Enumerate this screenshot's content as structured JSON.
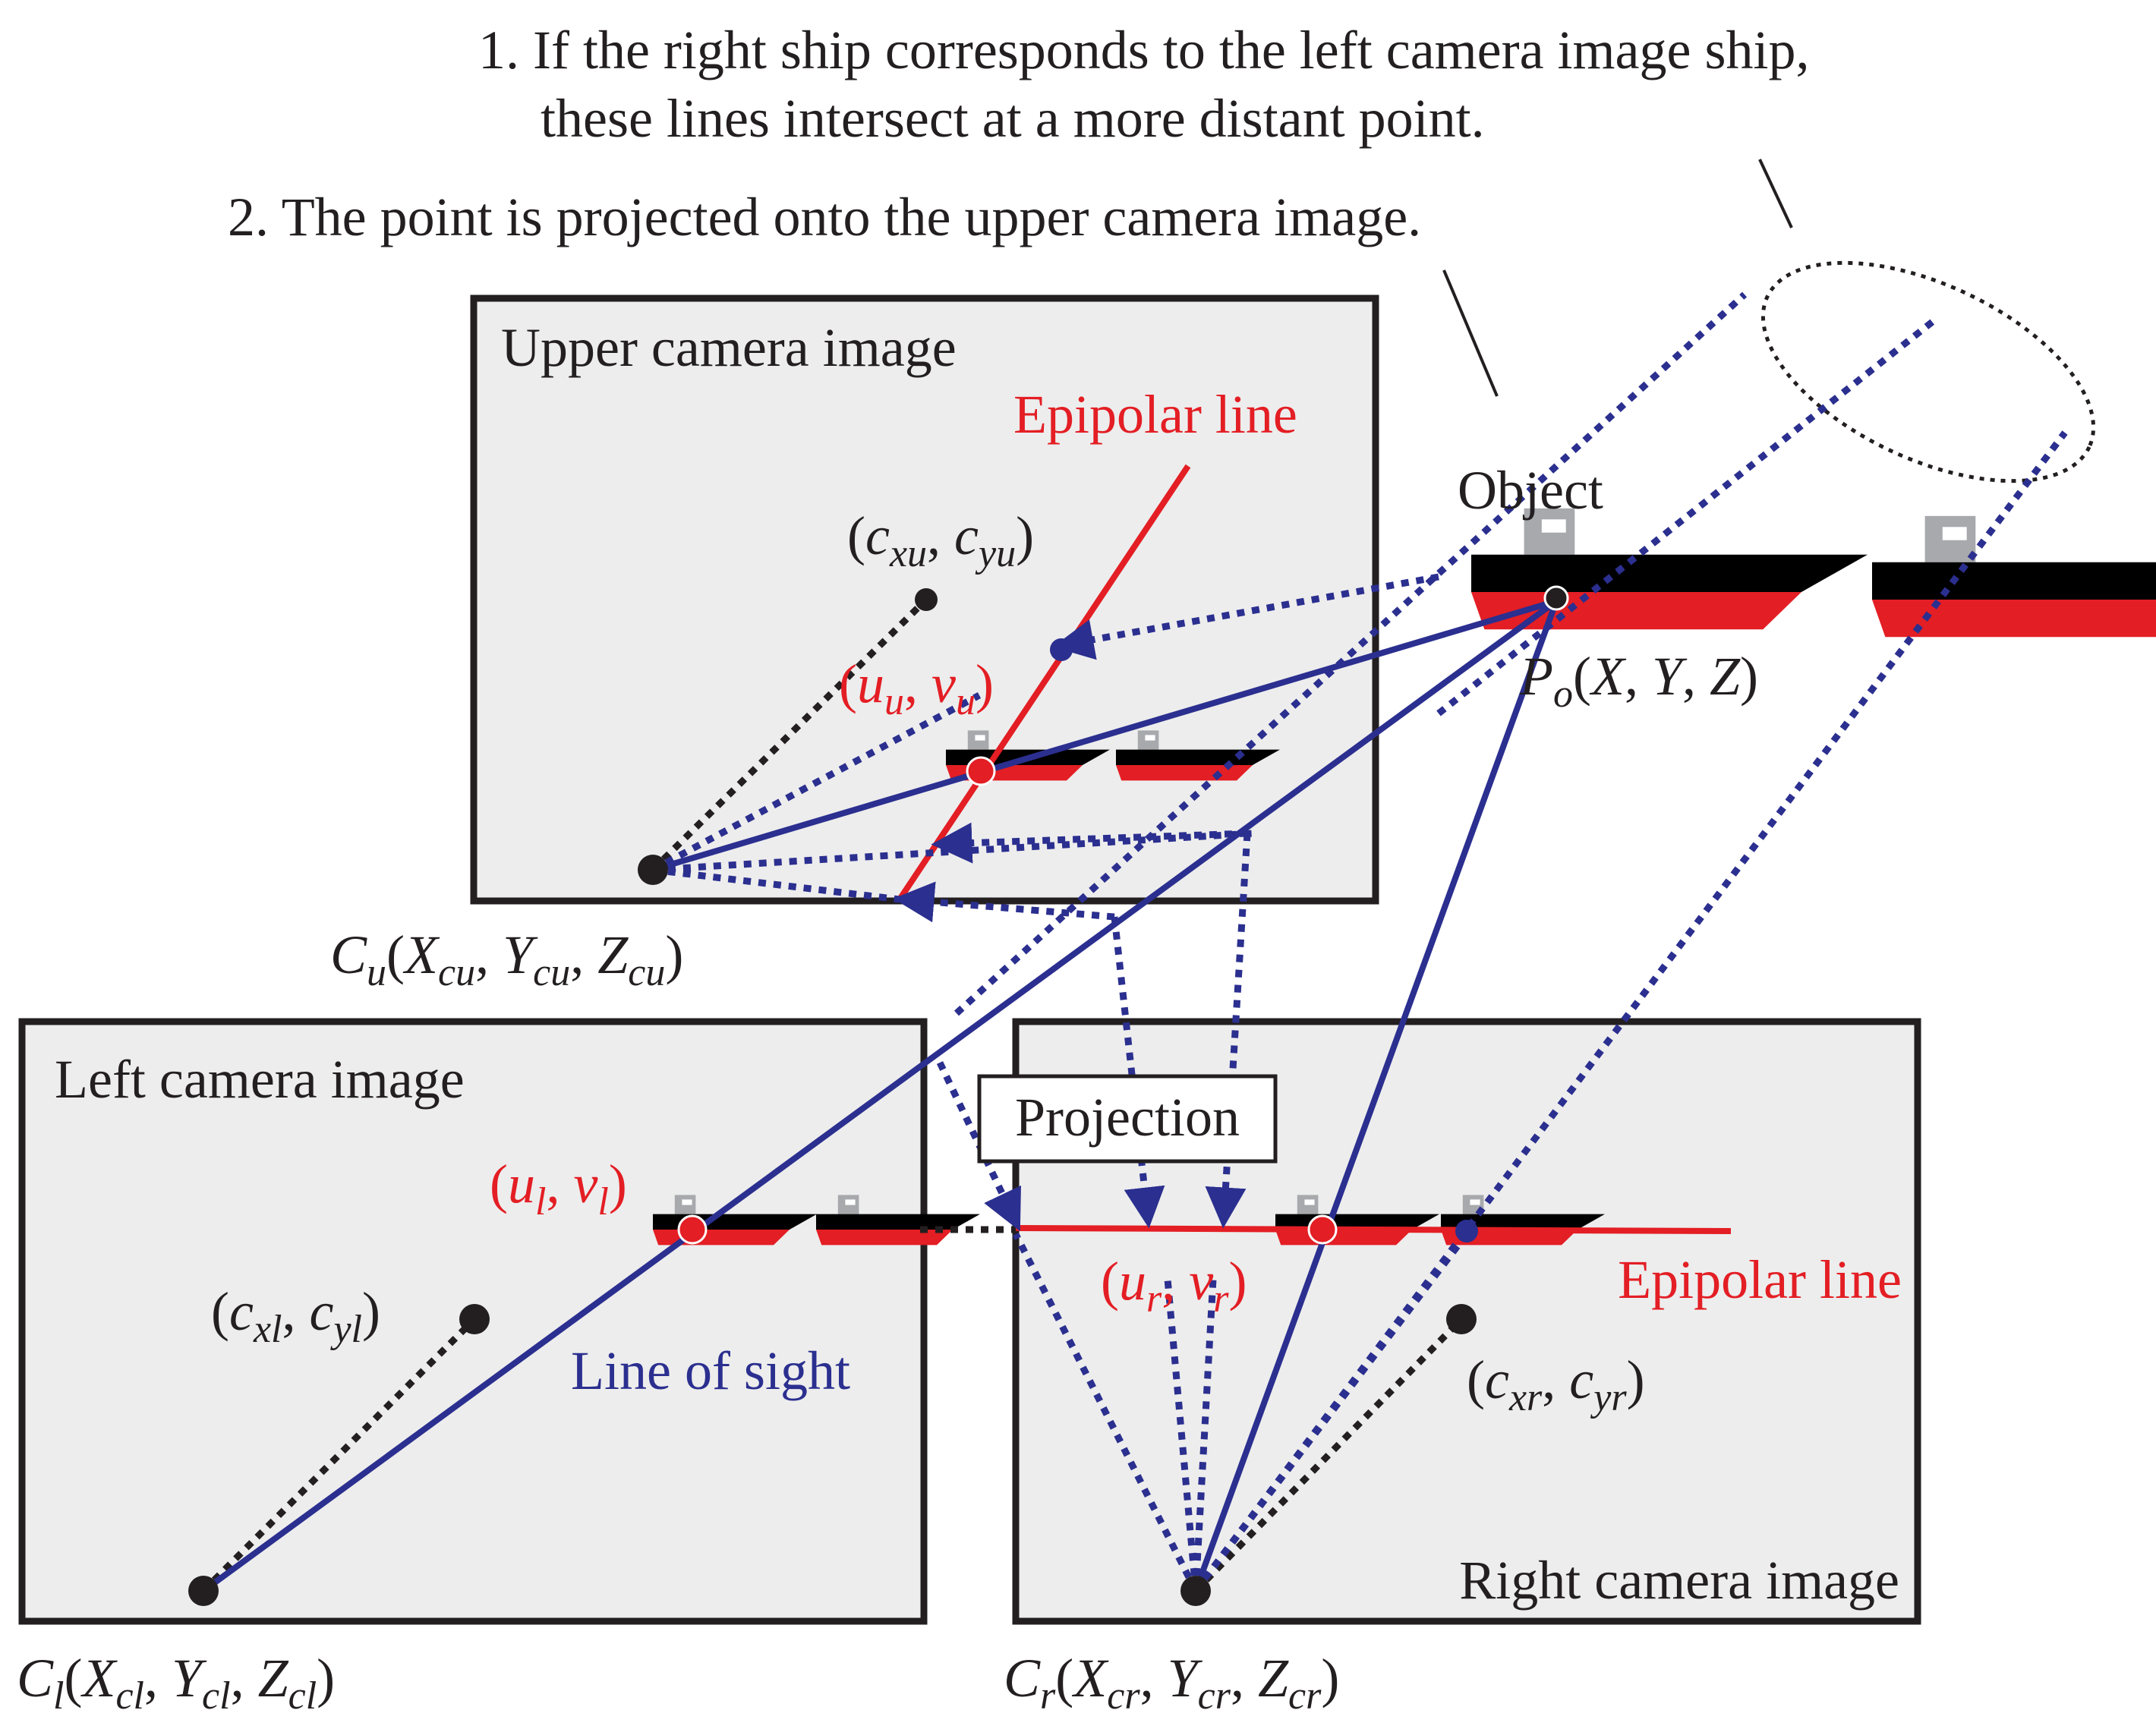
{
  "notes": {
    "note1_line1": "1. If the right ship corresponds to the left camera image ship,",
    "note1_line2": "these lines intersect at a more distant point.",
    "note2": "2. The point is projected onto the upper camera image."
  },
  "panels": {
    "upper_title": "Upper camera image",
    "left_title": "Left camera image",
    "right_title": "Right camera image"
  },
  "labels": {
    "epipolar_upper": "Epipolar line",
    "epipolar_right": "Epipolar line",
    "object": "Object",
    "projection": "Projection",
    "line_of_sight": "Line of sight"
  },
  "math": {
    "c_upper": {
      "base": "c",
      "sub1": "xu",
      "sub2": "yu"
    },
    "uv_upper": {
      "u": "u",
      "usub": "u",
      "v": "v",
      "vsub": "u"
    },
    "cam_upper": {
      "C": "C",
      "Csub": "u",
      "X": "X",
      "Xsub": "cu",
      "Y": "Y",
      "Ysub": "cu",
      "Z": "Z",
      "Zsub": "cu"
    },
    "c_left": {
      "base": "c",
      "sub1": "xl",
      "sub2": "yl"
    },
    "uv_left": {
      "u": "u",
      "usub": "l",
      "v": "v",
      "vsub": "l"
    },
    "cam_left": {
      "C": "C",
      "Csub": "l",
      "X": "X",
      "Xsub": "cl",
      "Y": "Y",
      "Ysub": "cl",
      "Z": "Z",
      "Zsub": "cl"
    },
    "c_right": {
      "base": "c",
      "sub1": "xr",
      "sub2": "yr"
    },
    "uv_right": {
      "u": "u",
      "usub": "r",
      "v": "v",
      "vsub": "r"
    },
    "cam_right": {
      "C": "C",
      "Csub": "r",
      "X": "X",
      "Xsub": "cr",
      "Y": "Y",
      "Ysub": "cr",
      "Z": "Z",
      "Zsub": "cr"
    },
    "object_point": {
      "P": "P",
      "Psub": "o",
      "X": "X",
      "Y": "Y",
      "Z": "Z"
    }
  },
  "colors": {
    "red": "#e31e24",
    "navy": "#2b2f8f",
    "black": "#231f20",
    "panel_fill": "#ededed",
    "cabin_gray": "#a7a9ac"
  }
}
